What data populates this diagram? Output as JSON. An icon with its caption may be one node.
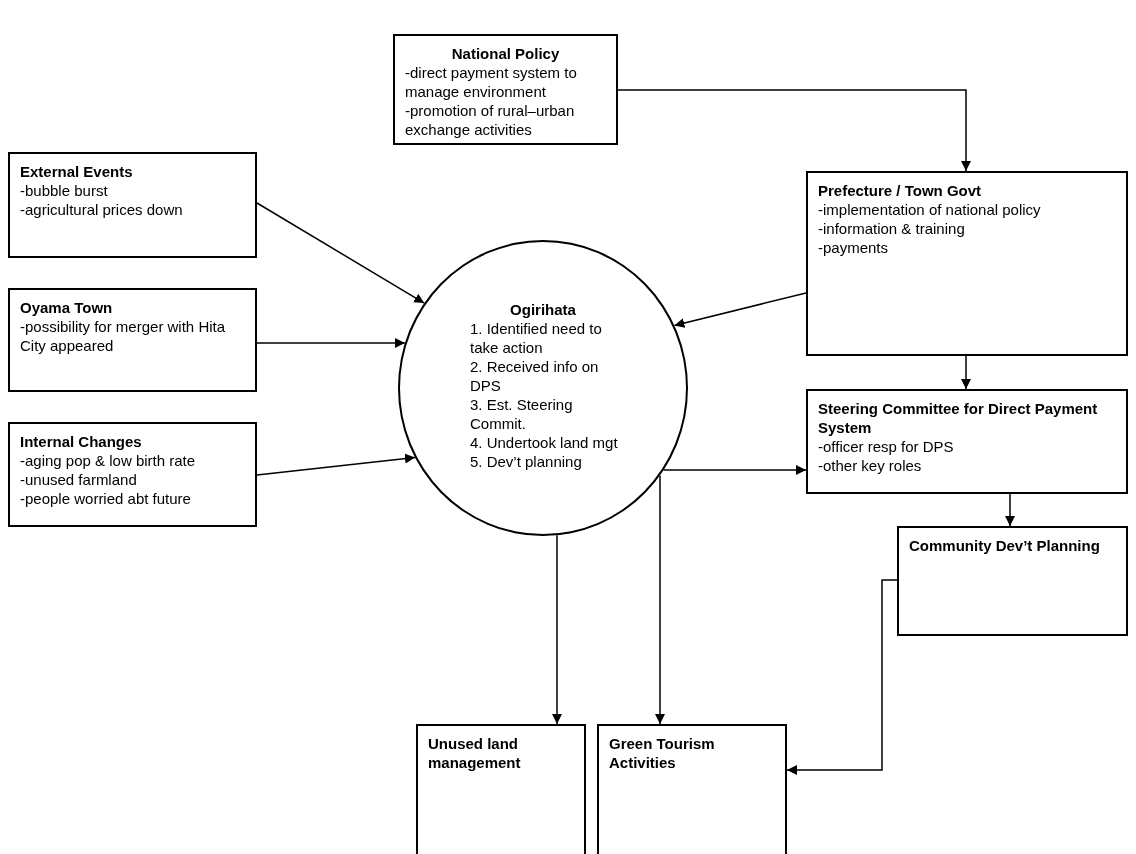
{
  "diagram": {
    "nodes": [
      {
        "text": [
          "National Policy",
          "-direct payment system to manage environment",
          "-promotion of rural–urban exchange activities"
        ]
      },
      {
        "text": [
          "External Events",
          "-bubble burst",
          "-agricultural prices down"
        ]
      },
      {
        "text": [
          "Oyama Town",
          "-possibility for merger with Hita City appeared"
        ]
      },
      {
        "text": [
          "Internal Changes",
          "-aging pop & low birth rate",
          "-unused farmland",
          "-people worried abt future"
        ]
      },
      {
        "text": [
          "Ogirihata",
          "1. Identified need to take action",
          "2. Received info on DPS",
          "3. Est. Steering Commit.",
          "4. Undertook land mgt",
          "5. Dev’t planning"
        ]
      },
      {
        "text": [
          "Prefecture / Town Govt",
          "-implementation of national policy",
          "-information & training",
          "-payments"
        ]
      },
      {
        "text": [
          "Steering Committee for Direct Payment System",
          "-officer resp for DPS",
          "-other key roles"
        ]
      },
      {
        "text": [
          "Community Dev’t Planning"
        ]
      },
      {
        "text": [
          "Unused land management"
        ]
      },
      {
        "text": [
          "Green Tourism Activities"
        ]
      }
    ],
    "edges": [
      {
        "from": 0,
        "to": 5,
        "arrow": "to"
      },
      {
        "from": 1,
        "to": 4,
        "arrow": "to"
      },
      {
        "from": 5,
        "to": 4,
        "arrow": "to"
      },
      {
        "from": 2,
        "to": 4,
        "arrow": "to"
      },
      {
        "from": 3,
        "to": 4,
        "arrow": "to"
      },
      {
        "from": 5,
        "to": 6,
        "arrow": "to"
      },
      {
        "from": 4,
        "to": 6,
        "arrow": "to"
      },
      {
        "from": 6,
        "to": 7,
        "arrow": "to"
      },
      {
        "from": 4,
        "to": 8,
        "arrow": "to"
      },
      {
        "from": 4,
        "to": 9,
        "arrow": "to"
      },
      {
        "from": 7,
        "to": 9,
        "arrow": "to"
      }
    ]
  }
}
